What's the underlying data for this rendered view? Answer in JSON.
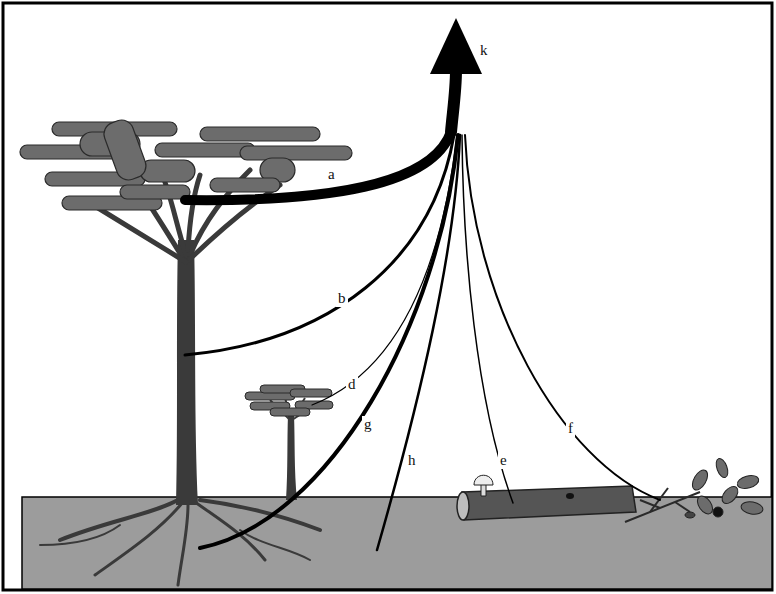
{
  "diagram": {
    "labels": [
      "k",
      "a",
      "b",
      "d",
      "g",
      "h",
      "e",
      "f"
    ]
  }
}
